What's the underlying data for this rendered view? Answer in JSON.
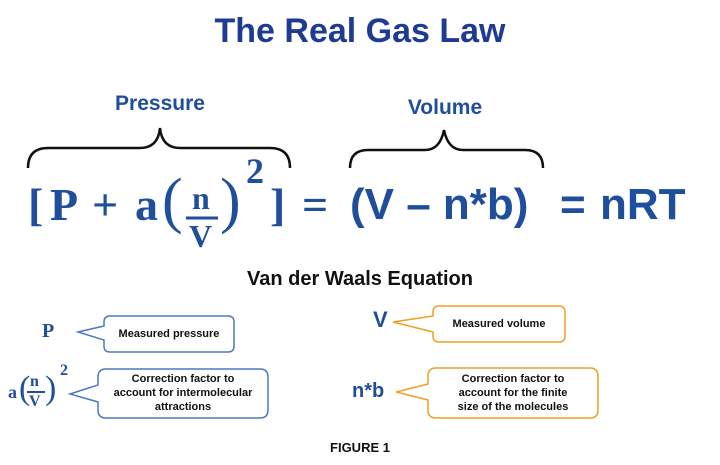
{
  "title": "The Real Gas Law",
  "brace_labels": {
    "left": "Pressure",
    "right": "Volume"
  },
  "equation": {
    "open_bracket": "[",
    "p": "P",
    "plus": "+",
    "a": "a",
    "open_paren": "(",
    "numerator": "n",
    "denominator": "V",
    "close_paren": ")",
    "exponent": "2",
    "close_bracket": "]",
    "equals1": "=",
    "volume_term": "(V – n*b)",
    "equals2": "=",
    "rhs": "nRT"
  },
  "subtitle": "Van der Waals Equation",
  "legend": {
    "p_symbol": "P",
    "p_desc": "Measured pressure",
    "a_symbol": {
      "a": "a",
      "n": "n",
      "v": "V",
      "exp": "2"
    },
    "a_desc": [
      "Correction factor to",
      "account  for intermolecular",
      "attractions"
    ],
    "v_symbol": "V",
    "v_desc": "Measured  volume",
    "nb_symbol": "n*b",
    "nb_desc": [
      "Correction factor to",
      "account  for the finite",
      "size of the molecules"
    ]
  },
  "caption": "FIGURE 1",
  "colors": {
    "navy": "#1f3a93",
    "blue": "#1f4e9c",
    "callout_blue": "#4a78c4",
    "callout_orange": "#f0a020"
  }
}
